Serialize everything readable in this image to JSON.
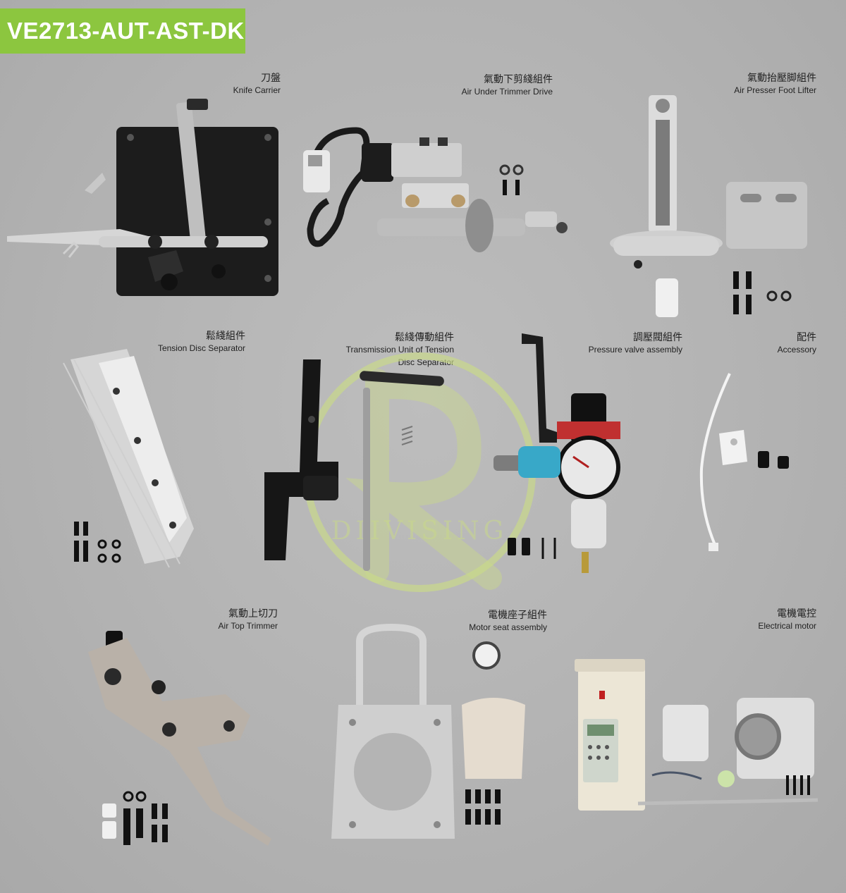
{
  "title": "VE2713-AUT-AST-DK",
  "brand_watermark": "DIIVISING",
  "parts": [
    {
      "zh": "刀盤",
      "en": "Knife Carrier"
    },
    {
      "zh": "氣動下剪綫組件",
      "en": "Air Under Trimmer Drive"
    },
    {
      "zh": "氣動抬壓脚組件",
      "en": "Air Presser Foot Lifter"
    },
    {
      "zh": "鬆綫組件",
      "en": "Tension Disc Separator"
    },
    {
      "zh": "鬆綫傳動組件",
      "en": "Transmission Unit of Tension",
      "en2": "Disc Separator"
    },
    {
      "zh": "調壓閥組件",
      "en": "Pressure valve assembly"
    },
    {
      "zh": "配件",
      "en": "Accessory"
    },
    {
      "zh": "氣動上切刀",
      "en": "Air Top Trimmer"
    },
    {
      "zh": "電機座子組件",
      "en": "Motor seat assembly"
    },
    {
      "zh": "電機電控",
      "en": "Electrical motor"
    }
  ],
  "colors": {
    "badge": "#8cc63f",
    "badge_text": "#ffffff",
    "background": "#b4b4b4",
    "watermark": "#c9d98a"
  }
}
